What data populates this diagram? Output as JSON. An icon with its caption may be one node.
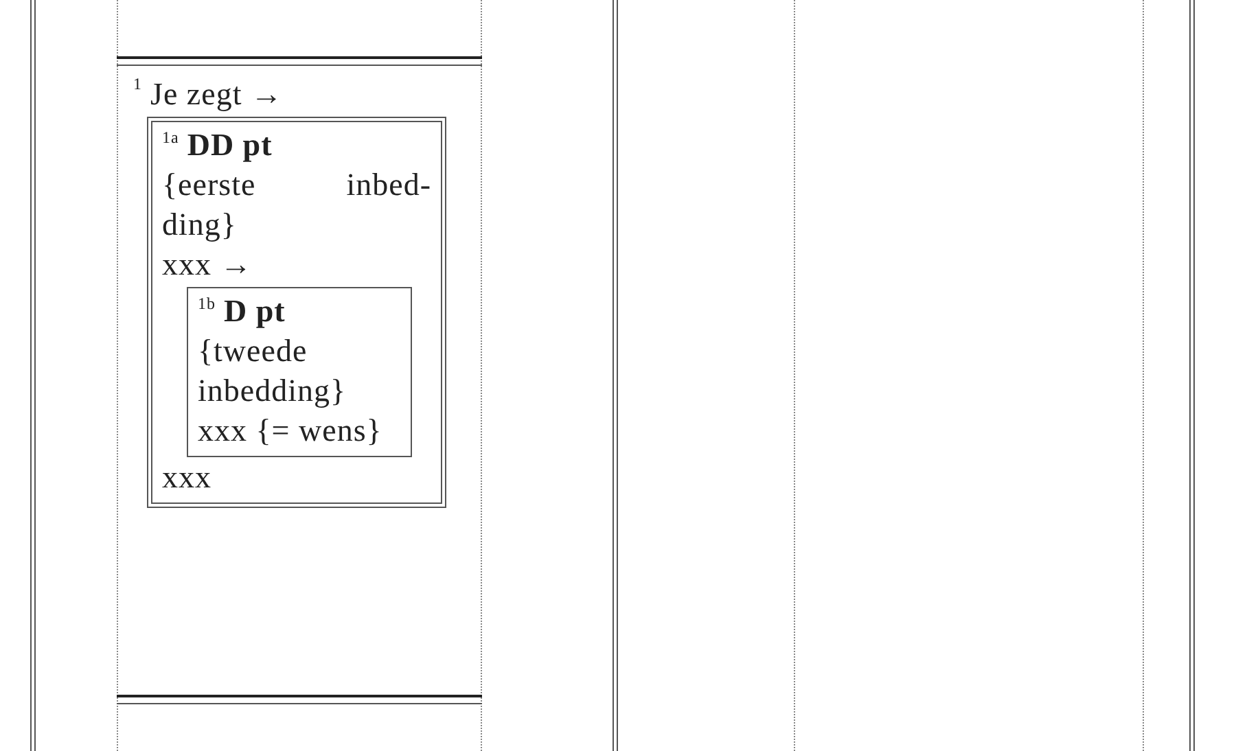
{
  "diagram": {
    "nodes": [
      {
        "text": [
          "1",
          "Je zegt →"
        ]
      },
      {
        "text": [
          "1a",
          "DD pt",
          "{eerste inbed- ding}",
          "xxx →",
          "xxx"
        ],
        "in": 0
      },
      {
        "text": [
          "1b",
          "D pt",
          "{tweede inbedding}",
          "xxx {= wens}"
        ],
        "in": 1
      }
    ]
  }
}
